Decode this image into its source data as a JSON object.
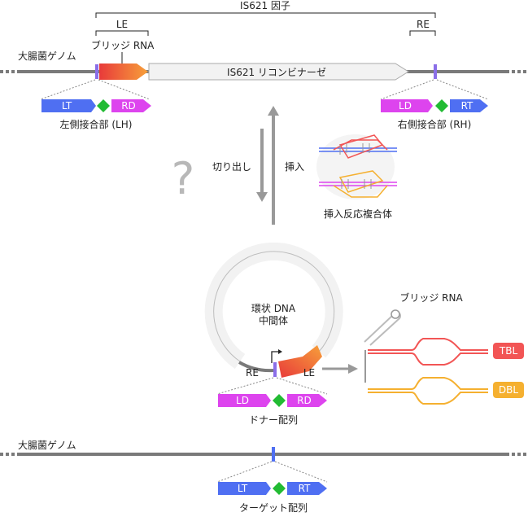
{
  "top": {
    "element_label": "IS621 因子",
    "le_label": "LE",
    "re_label": "RE",
    "genome_label": "大腸菌ゲノム",
    "bridge_rna_label": "ブリッジ RNA",
    "recombinase_label": "IS621 リコンビナーゼ",
    "left_junction": {
      "box1": "LT",
      "box2": "RD",
      "caption": "左側接合部 (LH)"
    },
    "right_junction": {
      "box1": "LD",
      "box2": "RT",
      "caption": "右側接合部 (RH)"
    }
  },
  "middle": {
    "question_mark": "?",
    "excision_label": "切り出し",
    "insertion_label": "挿入",
    "complex_caption": "挿入反応複合体"
  },
  "circle": {
    "title_line1": "環状 DNA",
    "title_line2": "中間体",
    "re_label": "RE",
    "le_label": "LE",
    "donor": {
      "box1": "LD",
      "box2": "RD",
      "caption": "ドナー配列"
    }
  },
  "bridge": {
    "label": "ブリッジ RNA",
    "tbl_label": "TBL",
    "dbl_label": "DBL"
  },
  "bottom": {
    "genome_label": "大腸菌ゲノム",
    "target": {
      "box1": "LT",
      "box2": "RT",
      "caption": "ターゲット配列"
    }
  },
  "colors": {
    "blue": "#4f6ff2",
    "magenta": "#dd44ee",
    "green": "#22bb33",
    "red": "#f25555",
    "orange": "#f5b030",
    "genome_gray": "#7a7a7a"
  }
}
